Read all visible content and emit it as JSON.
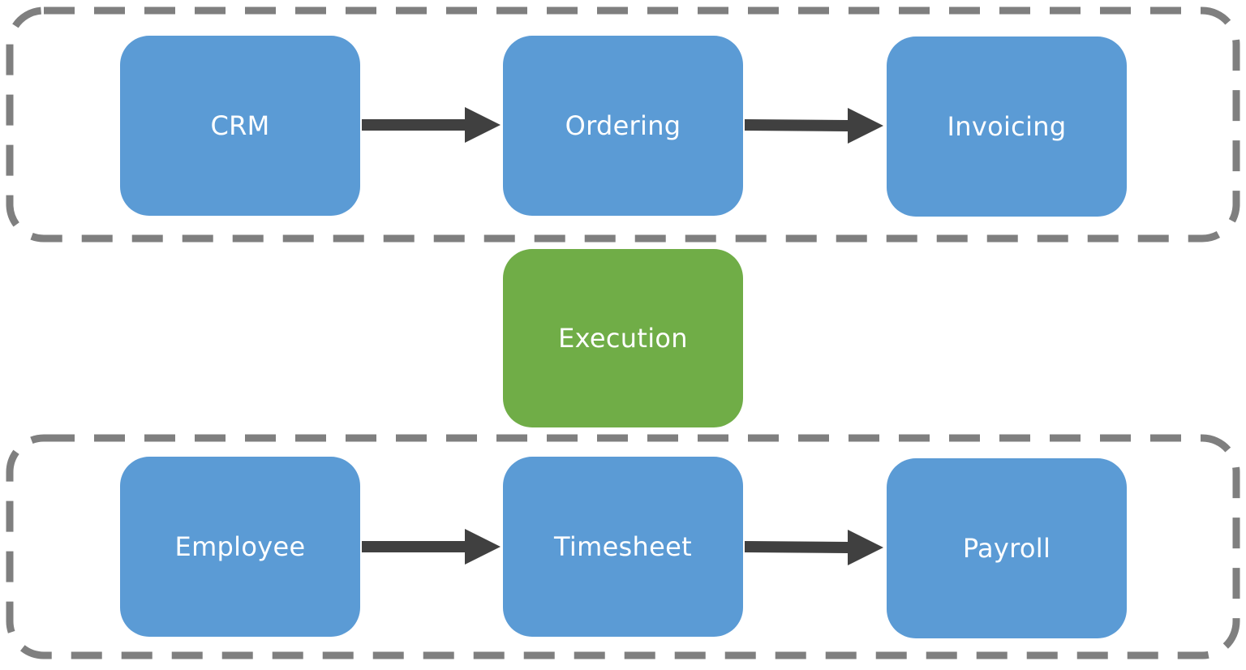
{
  "colors": {
    "process_box": "#5b9bd5",
    "execution_box": "#70ad47",
    "arrow": "#404040",
    "group_border": "#7f7f7f",
    "label": "#ffffff"
  },
  "top_group": {
    "nodes": [
      {
        "label": "CRM"
      },
      {
        "label": "Ordering"
      },
      {
        "label": "Invoicing"
      }
    ]
  },
  "center": {
    "label": "Execution"
  },
  "bottom_group": {
    "nodes": [
      {
        "label": "Employee"
      },
      {
        "label": "Timesheet"
      },
      {
        "label": "Payroll"
      }
    ]
  }
}
